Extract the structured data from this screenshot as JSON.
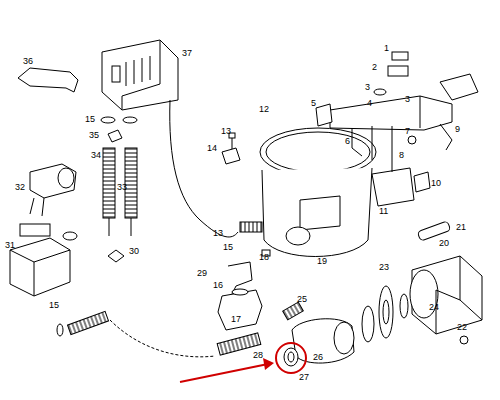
{
  "diagram": {
    "labels": [
      "36",
      "37",
      "1",
      "2",
      "15",
      "35",
      "34",
      "3",
      "4",
      "3",
      "5",
      "12",
      "13",
      "14",
      "6",
      "7",
      "8",
      "9",
      "10",
      "32",
      "33",
      "11",
      "13",
      "15",
      "20",
      "21",
      "31",
      "30",
      "18",
      "16",
      "19",
      "23",
      "29",
      "15",
      "17",
      "25",
      "24",
      "22",
      "28",
      "26",
      "27"
    ]
  }
}
